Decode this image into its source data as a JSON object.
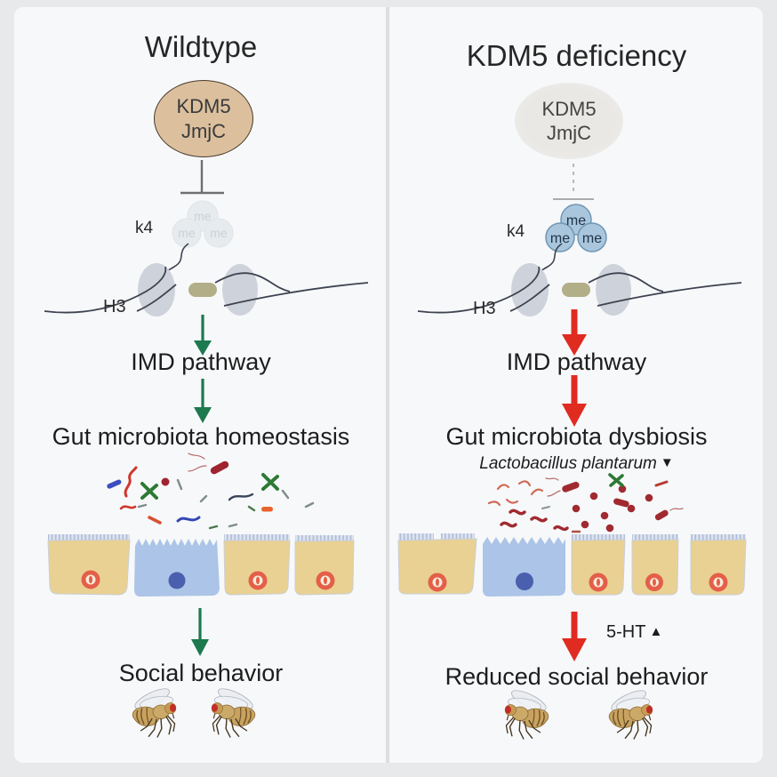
{
  "figure": {
    "type": "graphical-abstract",
    "topic": "KDM5 regulates gut microbiota and social behavior in Drosophila"
  },
  "panels": {
    "wildtype": {
      "title": "Wildtype",
      "enzyme_line1": "KDM5",
      "enzyme_line2": "JmjC",
      "methyl_label": "me",
      "k4_label": "k4",
      "h3_label": "H3",
      "step1": "IMD pathway",
      "step2": "Gut microbiota homeostasis",
      "outcome": "Social behavior",
      "flies": "two flies facing each other (social interaction)"
    },
    "kdm5_deficiency": {
      "title": "KDM5 deficiency",
      "enzyme_line1": "KDM5",
      "enzyme_line2": "JmjC",
      "methyl_label": "me",
      "k4_label": "k4",
      "h3_label": "H3",
      "step1": "IMD pathway",
      "step2": "Gut microbiota dysbiosis",
      "bacteria_annotation": "Lactobacillus plantarum",
      "bacteria_trend": "▼",
      "serotonin_label": "5-HT",
      "serotonin_trend": "▲",
      "outcome": "Reduced social behavior",
      "flies": "two flies facing away from each other (reduced interaction)"
    }
  },
  "colors": {
    "panel_background": "#f7f8fa",
    "outer_background": "#e8e9ea",
    "enzyme_oval_wildtype": "#dcc09e",
    "enzyme_oval_deficiency": "#e9e8e4",
    "methyl_faded": "#e7ebee",
    "methyl_active": "#a9c6dd",
    "histone": "#ced2da",
    "linker_dna": "#b2ae87",
    "arrow_green": "#1c7a4e",
    "arrow_red": "#e02b21",
    "enterocyte_tan": "#e9d193",
    "cell_blue": "#abc4e7",
    "nucleus_red": "#e45f49",
    "nucleus_blue": "#4a5fae"
  }
}
